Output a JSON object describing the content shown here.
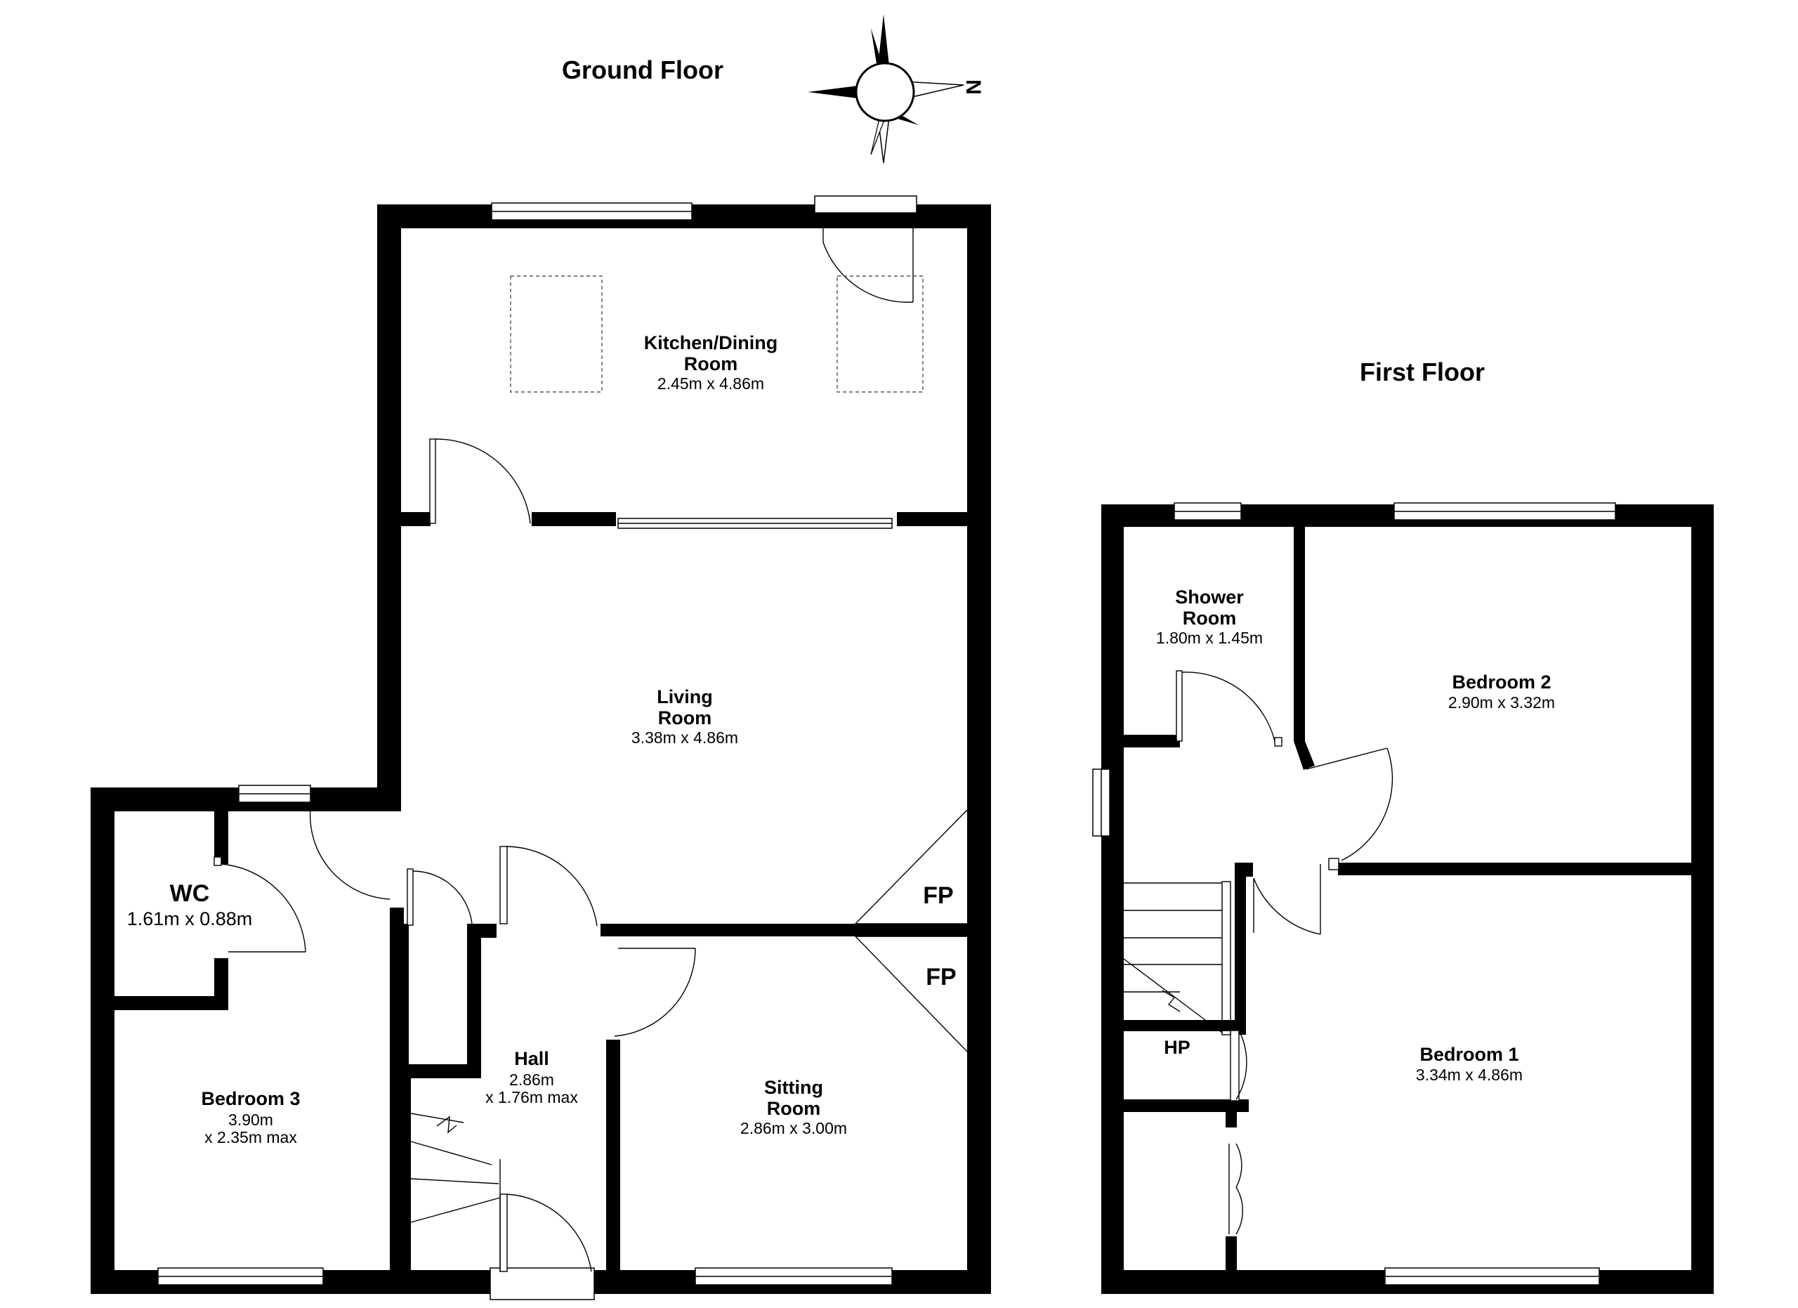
{
  "headings": {
    "ground_floor": "Ground Floor",
    "first_floor": "First Floor"
  },
  "compass": {
    "north_label": "N"
  },
  "rooms": {
    "kitchen": {
      "name_line1": "Kitchen/Dining",
      "name_line2": "Room",
      "dims": "2.45m x 4.86m"
    },
    "living": {
      "name_line1": "Living",
      "name_line2": "Room",
      "dims": "3.38m x 4.86m"
    },
    "wc": {
      "name": "WC",
      "dims": "1.61m x 0.88m"
    },
    "bedroom3": {
      "name": "Bedroom 3",
      "dims_line1": "3.90m",
      "dims_line2": "x 2.35m max"
    },
    "hall": {
      "name": "Hall",
      "dims_line1": "2.86m",
      "dims_line2": "x 1.76m max"
    },
    "sitting": {
      "name_line1": "Sitting",
      "name_line2": "Room",
      "dims": "2.86m x 3.00m"
    },
    "shower": {
      "name_line1": "Shower",
      "name_line2": "Room",
      "dims": "1.80m x 1.45m"
    },
    "bedroom2": {
      "name": "Bedroom 2",
      "dims": "2.90m x 3.32m"
    },
    "bedroom1": {
      "name": "Bedroom 1",
      "dims": "3.34m x 4.86m"
    }
  },
  "markers": {
    "fireplace_living": "FP",
    "fireplace_sitting": "FP",
    "heat_pump": "HP"
  }
}
